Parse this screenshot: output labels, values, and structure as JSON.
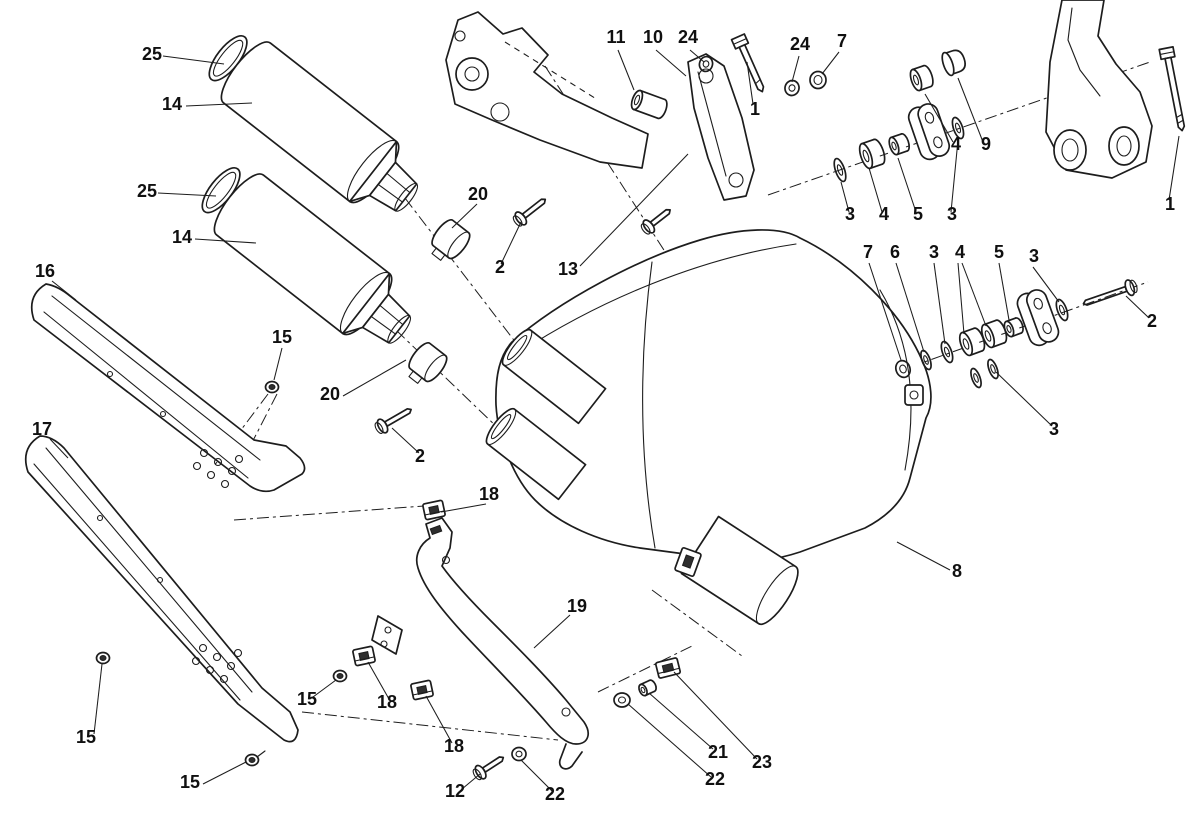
{
  "colors": {
    "background": "#ffffff",
    "line": "#1d1d1d",
    "callout_text": "#101010"
  },
  "callouts": [
    {
      "id": "25a",
      "label": "25"
    },
    {
      "id": "14a",
      "label": "14"
    },
    {
      "id": "25b",
      "label": "25"
    },
    {
      "id": "14b",
      "label": "14"
    },
    {
      "id": "16",
      "label": "16"
    },
    {
      "id": "17",
      "label": "17"
    },
    {
      "id": "11",
      "label": "11"
    },
    {
      "id": "10",
      "label": "10"
    },
    {
      "id": "24a",
      "label": "24"
    },
    {
      "id": "1a",
      "label": "1"
    },
    {
      "id": "24b",
      "label": "24"
    },
    {
      "id": "7a",
      "label": "7"
    },
    {
      "id": "4a",
      "label": "4"
    },
    {
      "id": "9",
      "label": "9"
    },
    {
      "id": "3a",
      "label": "3"
    },
    {
      "id": "4b",
      "label": "4"
    },
    {
      "id": "5a",
      "label": "5"
    },
    {
      "id": "3b",
      "label": "3"
    },
    {
      "id": "1b",
      "label": "1"
    },
    {
      "id": "2a",
      "label": "2"
    },
    {
      "id": "13",
      "label": "13"
    },
    {
      "id": "20a",
      "label": "20"
    },
    {
      "id": "20b",
      "label": "20"
    },
    {
      "id": "15a",
      "label": "15"
    },
    {
      "id": "7b",
      "label": "7"
    },
    {
      "id": "6",
      "label": "6"
    },
    {
      "id": "3c",
      "label": "3"
    },
    {
      "id": "4c",
      "label": "4"
    },
    {
      "id": "5b",
      "label": "5"
    },
    {
      "id": "3d",
      "label": "3"
    },
    {
      "id": "2b",
      "label": "2"
    },
    {
      "id": "3e",
      "label": "3"
    },
    {
      "id": "2c",
      "label": "2"
    },
    {
      "id": "18a",
      "label": "18"
    },
    {
      "id": "8",
      "label": "8"
    },
    {
      "id": "19",
      "label": "19"
    },
    {
      "id": "15b",
      "label": "15"
    },
    {
      "id": "15c",
      "label": "15"
    },
    {
      "id": "18b",
      "label": "18"
    },
    {
      "id": "18c",
      "label": "18"
    },
    {
      "id": "15d",
      "label": "15"
    },
    {
      "id": "12",
      "label": "12"
    },
    {
      "id": "22a",
      "label": "22"
    },
    {
      "id": "22b",
      "label": "22"
    },
    {
      "id": "21",
      "label": "21"
    },
    {
      "id": "23",
      "label": "23"
    }
  ]
}
